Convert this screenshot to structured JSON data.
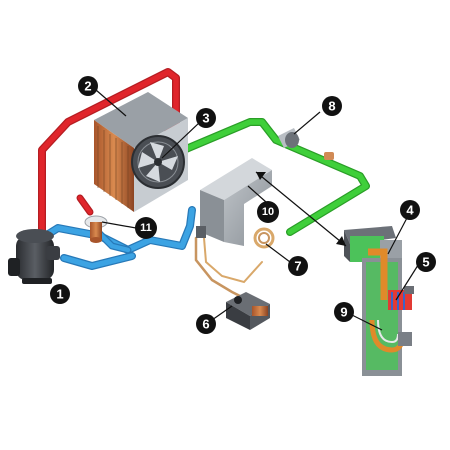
{
  "diagram": {
    "pipe_colors": {
      "hot_gas": "#e0252b",
      "liquid": "#3ca3e3",
      "suction": "#3fcf3a",
      "capillary": "#d9a86a"
    },
    "callouts": [
      {
        "id": "1",
        "label": "1"
      },
      {
        "id": "2",
        "label": "2"
      },
      {
        "id": "3",
        "label": "3"
      },
      {
        "id": "4",
        "label": "4"
      },
      {
        "id": "5",
        "label": "5"
      },
      {
        "id": "6",
        "label": "6"
      },
      {
        "id": "7",
        "label": "7"
      },
      {
        "id": "8",
        "label": "8"
      },
      {
        "id": "9",
        "label": "9"
      },
      {
        "id": "10",
        "label": "10"
      },
      {
        "id": "11",
        "label": "11"
      }
    ]
  }
}
